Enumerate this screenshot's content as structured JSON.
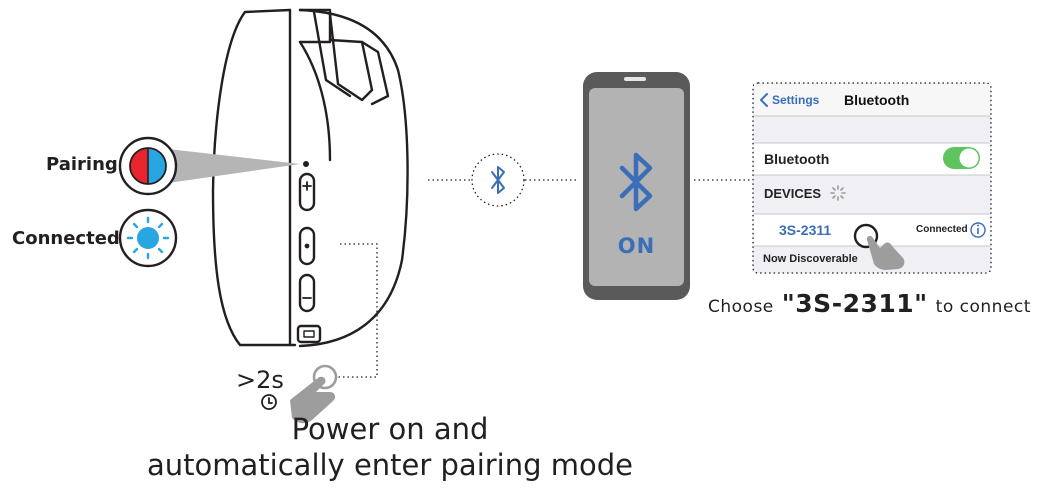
{
  "colors": {
    "ink": "#231f20",
    "bluetooth_blue": "#3a6eb8",
    "led_red": "#e8242c",
    "led_blue": "#27a6e1",
    "toggle_green": "#5ec460",
    "phone_screen": "#b3b3b3",
    "phone_body": "#5a5a5a",
    "hand_gray": "#9d9d9d"
  },
  "led_legend": {
    "pairing_label": "Pairing",
    "connected_label": "Connected",
    "pairing_icon": "half-red-half-blue-led-icon",
    "connected_icon": "blue-led-sun-icon"
  },
  "headphone": {
    "buttons": [
      "+",
      "•",
      "−"
    ],
    "press_time": ">2s",
    "press_icon": "clock-icon"
  },
  "caption": {
    "line1": "Power on and",
    "line2": "automatically enter pairing mode"
  },
  "phone": {
    "screen_icon": "bluetooth-icon",
    "status": "ON"
  },
  "settings": {
    "back_label": "Settings",
    "title": "Bluetooth",
    "bluetooth_row_label": "Bluetooth",
    "bluetooth_toggle_on": true,
    "devices_header": "DEVICES",
    "device_name": "3S-2311",
    "device_status": "Connected",
    "discoverable_text": "Now Discoverable"
  },
  "instruction": {
    "prefix": "Choose",
    "device": "\"3S-2311\"",
    "suffix": "to connect"
  }
}
